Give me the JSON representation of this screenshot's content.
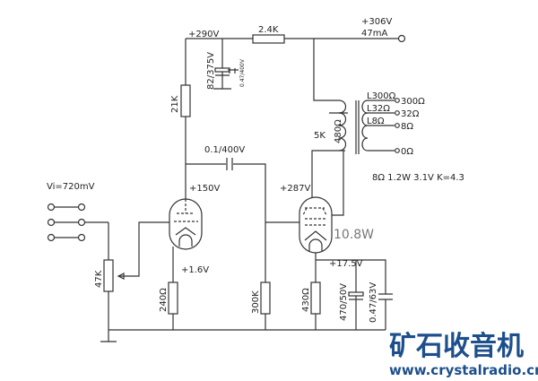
{
  "labels": {
    "b290": "+290V",
    "r24k": "2.4K",
    "b306": "+306V",
    "ma": "47mA",
    "cap82": "82/375V",
    "cap047": "0.47/400V",
    "r21k": "21K",
    "cap01": "0.1/400V",
    "v150": "+150V",
    "vi": "Vi=720mV",
    "pot": "47K",
    "v16": "+1.6V",
    "r240": "240Ω",
    "r300k": "300K",
    "v287": "+287V",
    "pw": "10.8W",
    "v175": "+17.5V",
    "r430": "430Ω",
    "c470": "470/50V",
    "c047b": "0.47/63V",
    "p5k": "5K",
    "p480": "480Ω",
    "l300": "L300Ω",
    "l32": "L32Ω",
    "l8": "L8Ω",
    "t300": "300Ω",
    "t32": "32Ω",
    "t8": "8Ω",
    "t0": "0Ω",
    "spec": "8Ω 1.2W 3.1V K=4.3"
  },
  "logo": {
    "title": "矿石收音机",
    "url": "www.crystalradio.cn",
    "color": "#1d4f8c"
  }
}
